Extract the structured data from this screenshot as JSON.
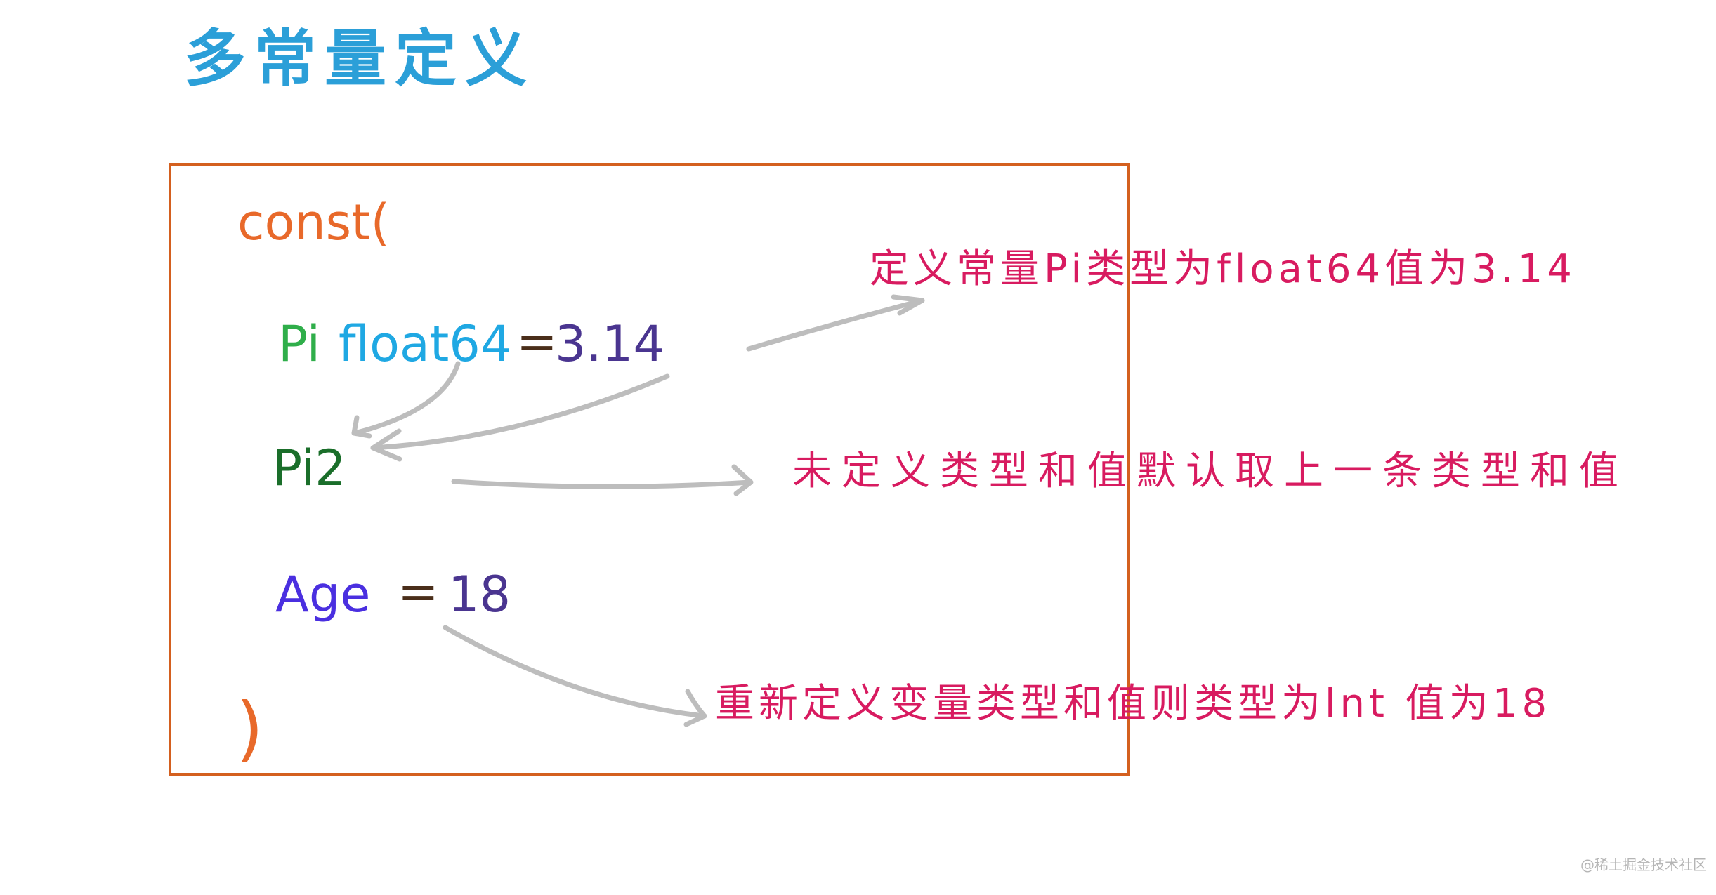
{
  "title": "多常量定义",
  "code": {
    "open": "const(",
    "close": ")",
    "lines": [
      {
        "name": "Pi",
        "type": "float64",
        "eq": "=",
        "value": "3.14"
      },
      {
        "name": "Pi2"
      },
      {
        "name": "Age",
        "eq": "=",
        "value": "18"
      }
    ]
  },
  "annotations": [
    {
      "text": "定义常量Pi类型为float64值为3.14"
    },
    {
      "text": "未定义类型和值默认取上一条类型和值"
    },
    {
      "text": "重新定义变量类型和值则类型为lnt 值为18"
    }
  ],
  "watermark": "@稀土掘金技术社区",
  "colors": {
    "title": "#2b9fd8",
    "box_border": "#d4601f",
    "keyword": "#e8692a",
    "pi_name": "#2fae4a",
    "type": "#1fa8e3",
    "equals": "#4a2e1a",
    "value": "#4a3590",
    "pi2_name": "#1a6e2a",
    "age_name": "#4a2fe0",
    "annotation": "#d81b60",
    "arrow": "#bdbdbd"
  }
}
